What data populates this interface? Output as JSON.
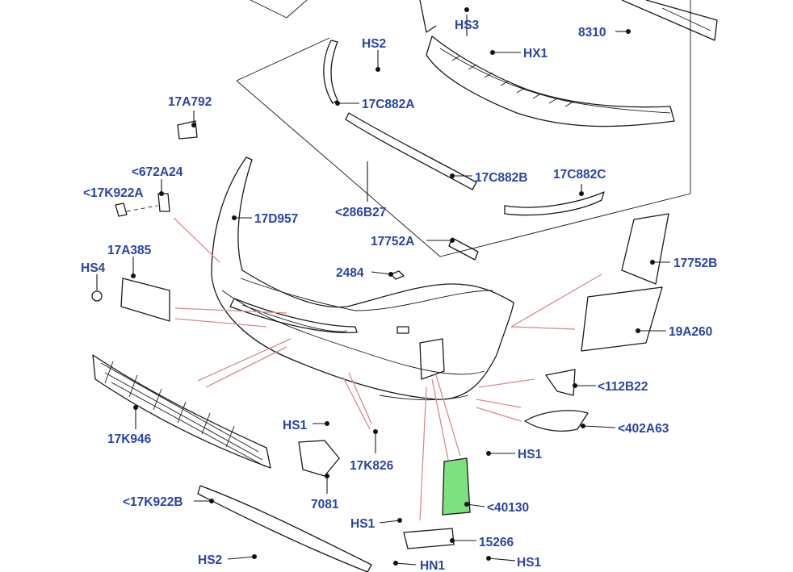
{
  "labels": {
    "hs3": "HS3",
    "p8310": "8310",
    "hs2_top": "HS2",
    "hx1": "HX1",
    "p17a792": "17A792",
    "p17c882a": "17C882A",
    "p672a24": "<672A24",
    "p17k922a": "<17K922A",
    "p17d957": "17D957",
    "p286b27": "<286B27",
    "p17c882b": "17C882B",
    "p17c882c": "17C882C",
    "p17752a": "17752A",
    "p17a385": "17A385",
    "hs4": "HS4",
    "p17752b": "17752B",
    "p2484": "2484",
    "p19a260": "19A260",
    "p112b22": "<112B22",
    "p402a63": "<402A63",
    "p17k946": "17K946",
    "hs1_a": "HS1",
    "p17k826": "17K826",
    "hs1_b": "HS1",
    "p7081": "7081",
    "p40130": "<40130",
    "p17k922b": "<17K922B",
    "hs1_c": "HS1",
    "p15266": "15266",
    "hs2_bottom": "HS2",
    "hn1": "HN1",
    "hs1_d": "HS1"
  },
  "colors": {
    "label": "#2a44a8",
    "line": "#1a1a1a",
    "leader_red": "#d98a8a",
    "highlight_fill": "#7ee07e"
  }
}
